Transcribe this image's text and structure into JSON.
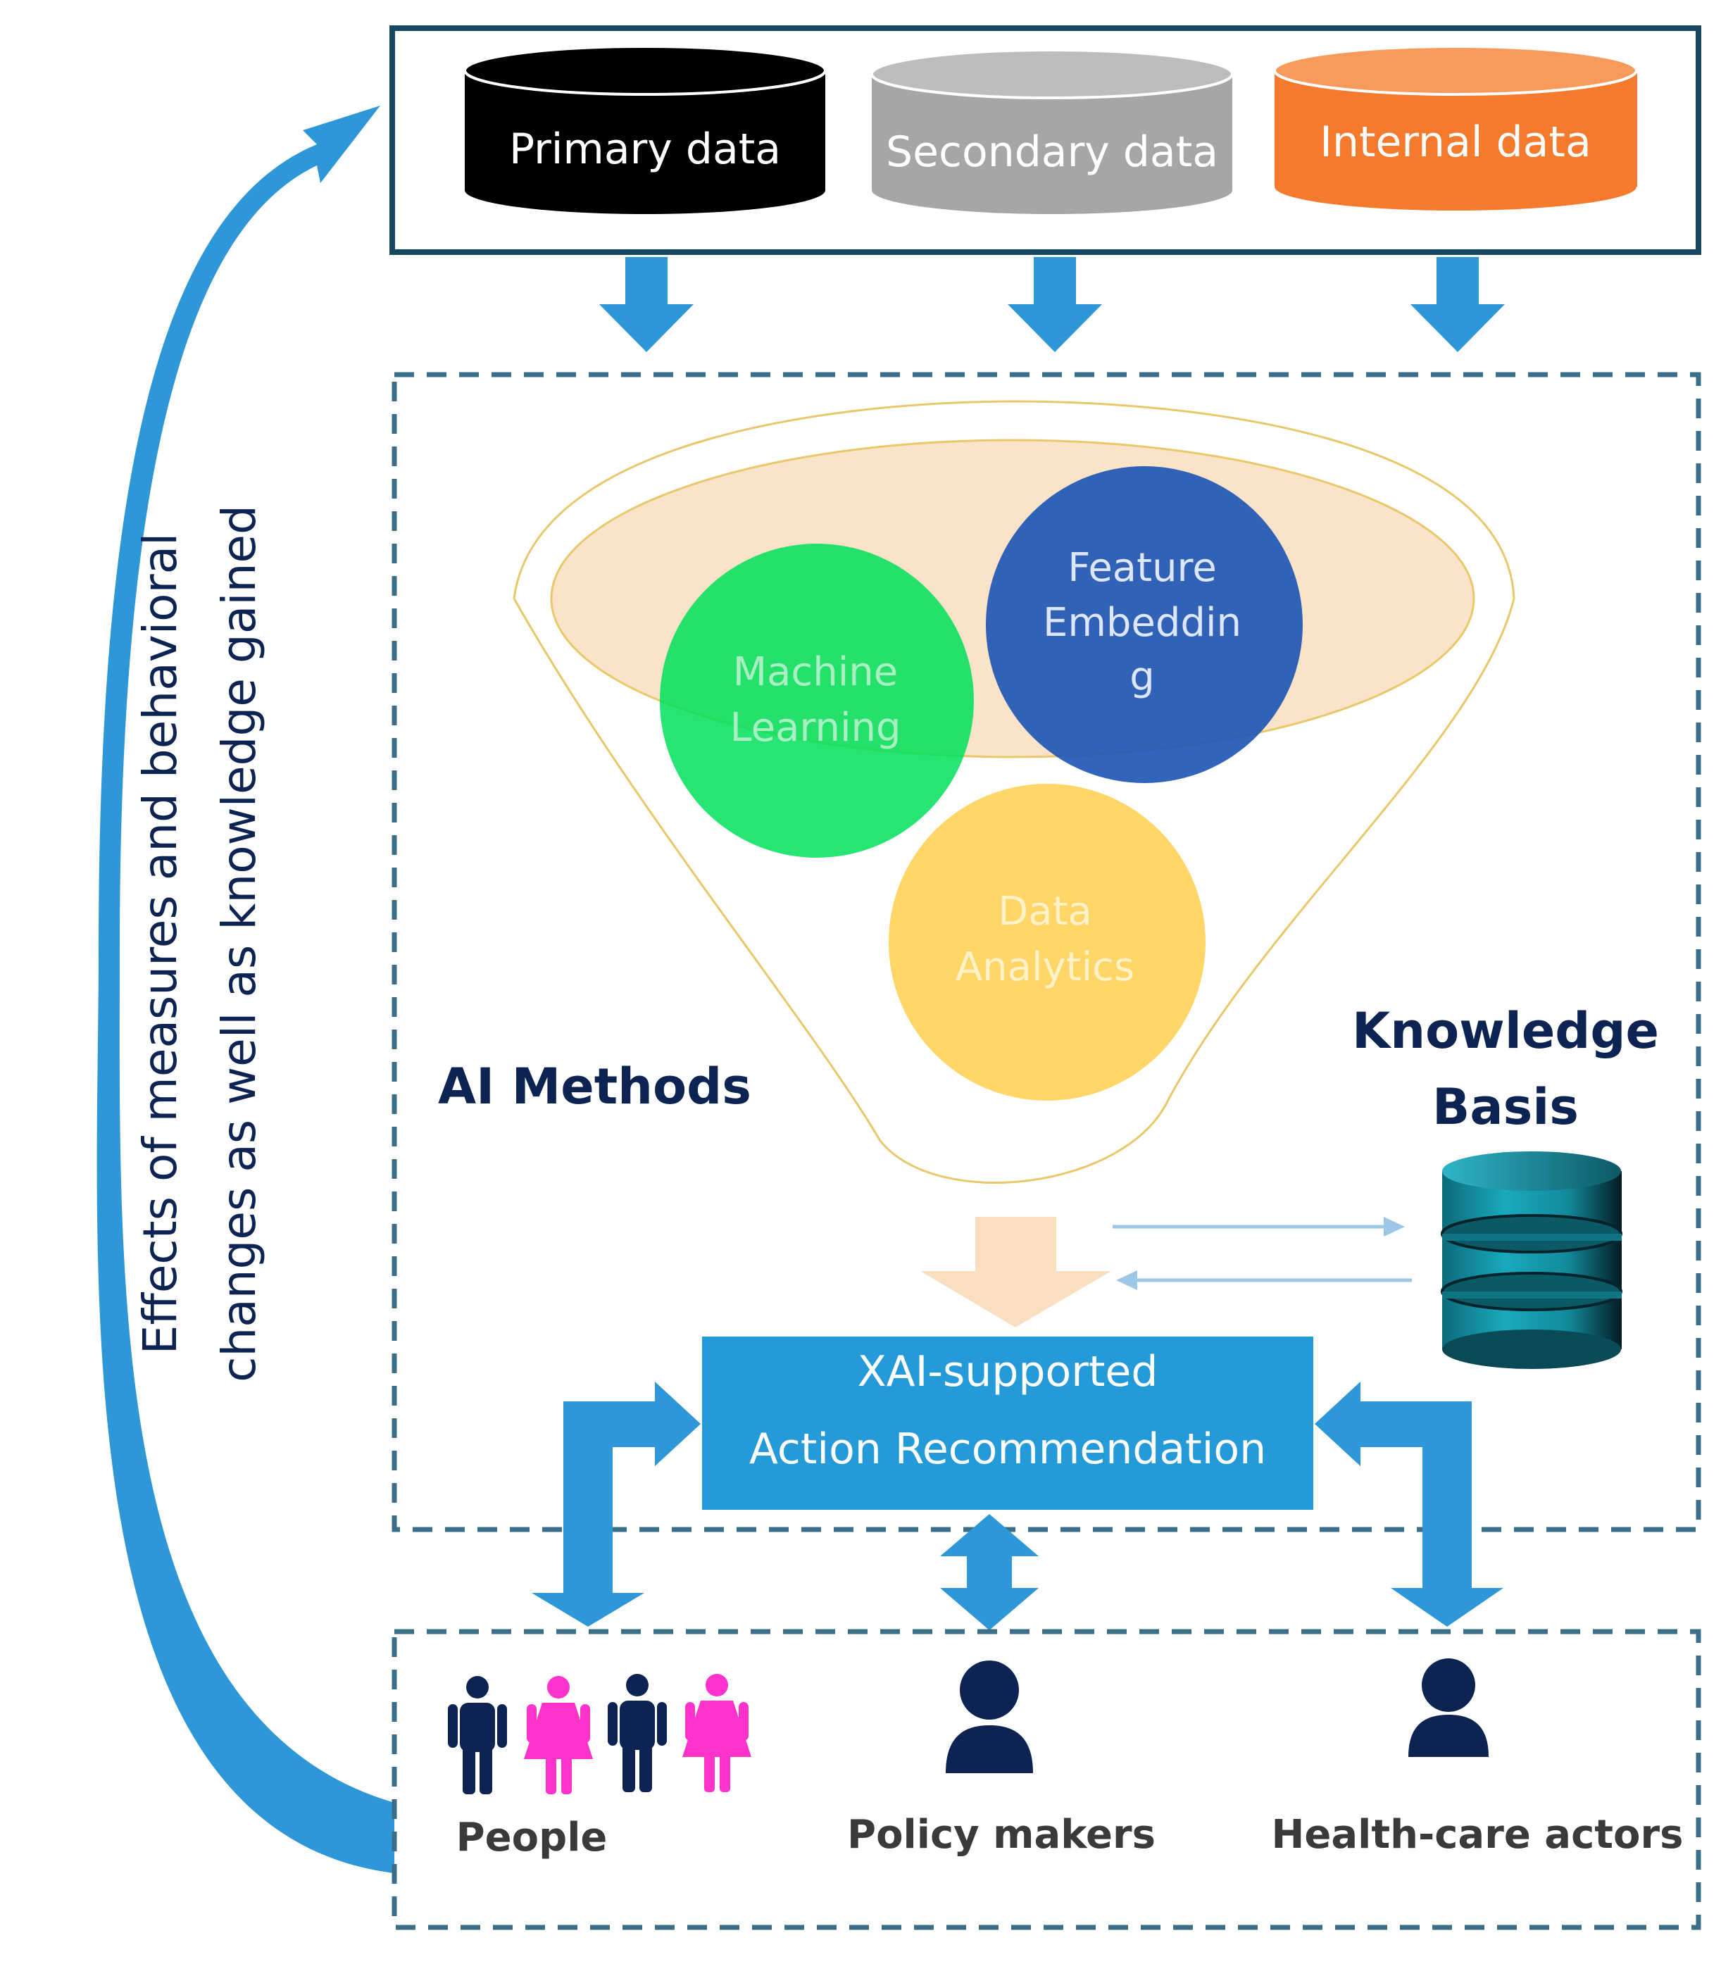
{
  "sources": {
    "primary": {
      "label": "Primary data",
      "color": "#000000"
    },
    "secondary": {
      "label": "Secondary data",
      "color": "#a6a6a6"
    },
    "internal": {
      "label": "Internal data",
      "color": "#f47a2d"
    }
  },
  "methods": {
    "machine_learning": {
      "line1": "Machine",
      "line2": "Learning",
      "color": "#00e05a"
    },
    "feature_embedding": {
      "line1": "Feature",
      "line2": "Embeddin",
      "line3": "g",
      "color": "#1f57b4"
    },
    "data_analytics": {
      "line1": "Data",
      "line2": "Analytics",
      "color": "#ffd256"
    }
  },
  "ai_methods_label": "AI Methods",
  "knowledge": {
    "line1": "Knowledge",
    "line2": "Basis",
    "color": "#1796a8"
  },
  "xai": {
    "line1": "XAI-supported",
    "line2": "Action Recommendation",
    "color": "#259ad9"
  },
  "feedback_label": {
    "line1": "Effects of measures and behavioral",
    "line2": "changes as well as knowledge gained"
  },
  "stakeholders": {
    "people": "People",
    "policy_makers": "Policy makers",
    "health_care_actors": "Health-care actors"
  },
  "colors": {
    "arrow_blue": "#2e97d8",
    "frame_dark": "#17485f",
    "frame_dashed": "#3b6e88",
    "navy": "#0d2453",
    "pink": "#ff33cc",
    "funnel_outline": "#e9c76b",
    "funnel_fill": "#f6d8b2"
  }
}
